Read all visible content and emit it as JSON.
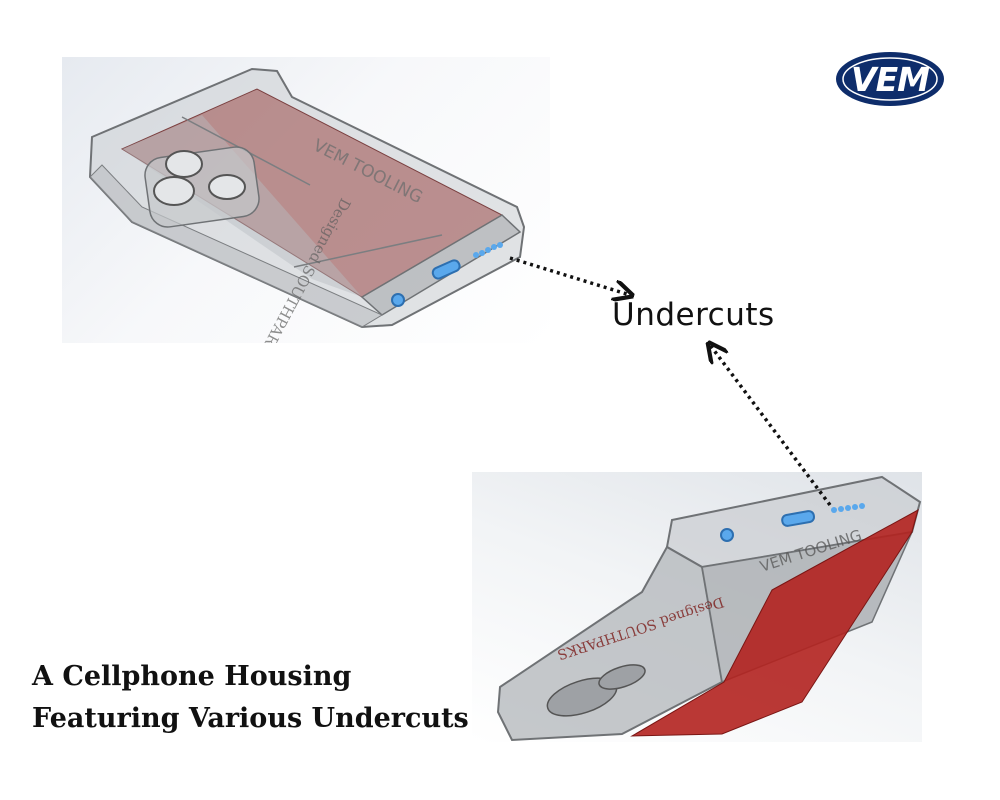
{
  "logo": {
    "text": "VEM",
    "color": "#0e2d6b"
  },
  "callout": {
    "label": "Undercuts"
  },
  "caption": {
    "line1": "A Cellphone Housing",
    "line2": "Featuring Various Undercuts"
  },
  "model_text": {
    "watermark": "VEM TOOLING",
    "housing_mark": "Designed SOUTHPARKS"
  },
  "colors": {
    "housing": "#8e8e8e",
    "inner_red": "#b3221f",
    "feature_blue": "#5aa8ec",
    "arrow": "#111111"
  }
}
